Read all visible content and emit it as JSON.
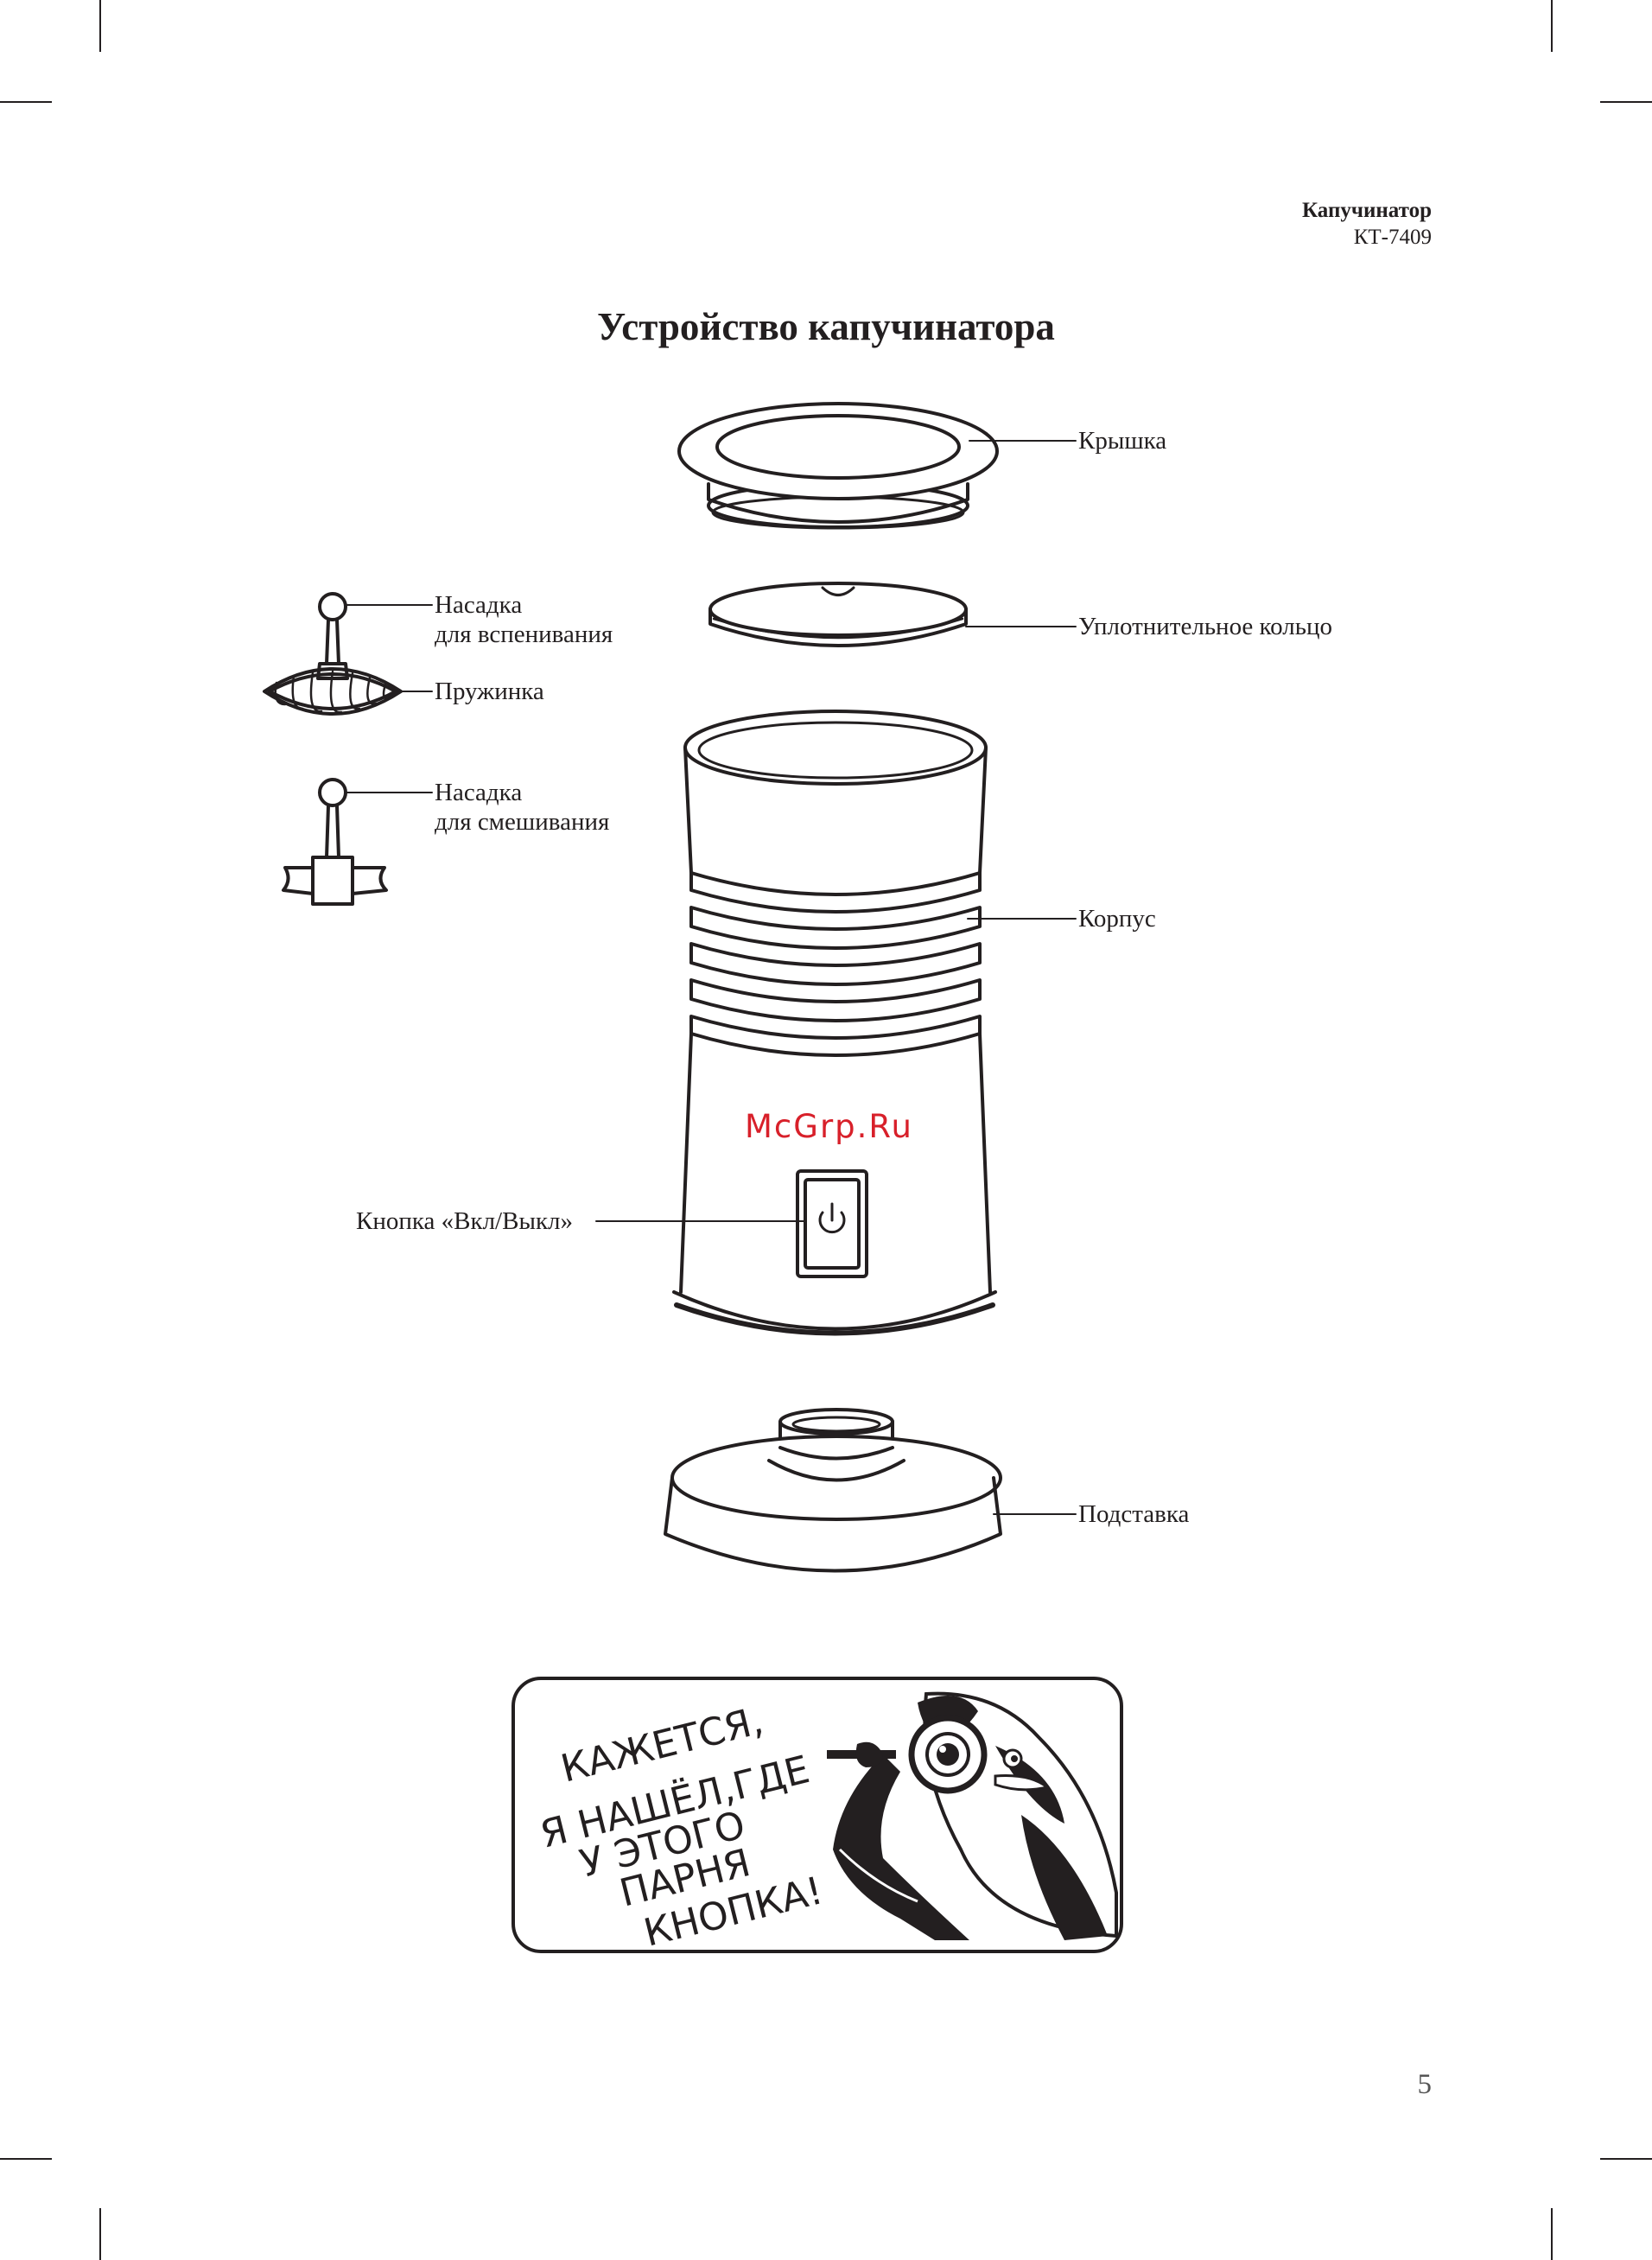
{
  "header": {
    "product": "Капучинатор",
    "model": "КТ-7409"
  },
  "title": "Устройство капучинатора",
  "labels": {
    "lid": "Крышка",
    "seal_ring": "Уплотнительное кольцо",
    "whisk_line1": "Насадка",
    "whisk_line2": "для вспенивания",
    "spring": "Пружинка",
    "mixer_line1": "Насадка",
    "mixer_line2": "для смешивания",
    "body": "Корпус",
    "power_button": "Кнопка «Вкл/Выкл»",
    "base": "Подставка"
  },
  "watermark": "McGrp.Ru",
  "comic": {
    "lines": [
      "КАЖЕТСЯ,",
      "Я НАШЁЛ,ГДЕ",
      "У ЭТОГО",
      "ПАРНЯ",
      "КНОПКА!"
    ]
  },
  "page_number": "5"
}
